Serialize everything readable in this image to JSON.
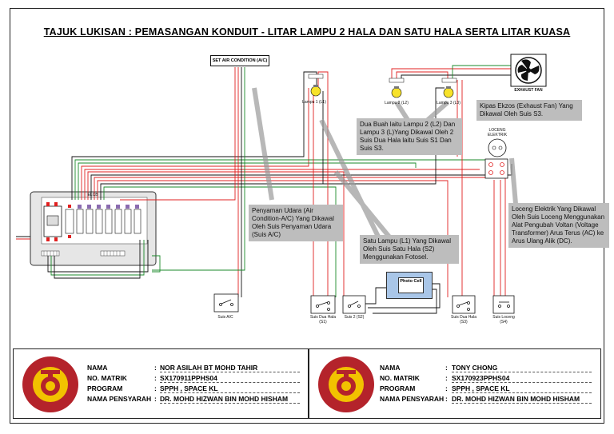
{
  "title": "TAJUK LUKISAN : PEMASANGAN KONDUIT - LITAR LAMPU 2 HALA DAN SATU HALA SERTA LITAR KUASA",
  "labels": {
    "ac_unit": "SET AIR CONDITION (A/C)",
    "exhaust_fan": "EXHAUST FAN",
    "lampu1": "Lampu 1 (L1)",
    "lampu2": "Lampu 2 (L2)",
    "lampu3": "Lampu 3 (L3)",
    "loceng": "LOCENG ELEKTRIK",
    "suis_ac": "Suis A/C",
    "suis_s1": "Suis Dua Hala (S1)",
    "suis_s2": "Suis 2 (S2)",
    "suis_s3": "Suis Dua Hala (S3)",
    "suis_loceng": "Suis Loceng (S4)",
    "photo_cell": "Photo Cell",
    "db_text": "ELCB"
  },
  "notes": {
    "exhaust": "Kipas Ekzos (Exhaust Fan) Yang Dikawal Oleh Suis S3.",
    "lampu23": "Dua Buah laitu Lampu 2 (L2) Dan Lampu 3 (L)Yang Dikawal Oleh 2 Suis Dua Hala laitu Suis S1 Dan Suis S3.",
    "aircond": "Penyaman Udara (Air Condition-A/C) Yang Dikawal Oleh Suis Penyaman Udara (Suis A/C)",
    "lampu1": "Satu Lampu (L1) Yang Dikawal Oleh Suis Satu Hala (S2) Menggunakan Fotosel.",
    "loceng": "Loceng Elektrik Yang Dikawal Oleh Suis Loceng Menggunakan Alat Pengubah Voltan (Voltage Transformer) Arus Terus (AC) ke Arus Ulang Alik (DC)."
  },
  "info_left": {
    "nama_label": "NAMA",
    "nama": "NOR ASILAH BT MOHD TAHIR",
    "matrik_label": "NO. MATRIK",
    "matrik": "SX170911PPHS04",
    "program_label": "PROGRAM",
    "program": "SPPH , SPACE KL",
    "pensyarah_label": "NAMA PENSYARAH",
    "pensyarah": "DR. MOHD HIZWAN BIN MOHD HISHAM"
  },
  "info_right": {
    "nama_label": "NAMA",
    "nama": "TONY CHONG",
    "matrik_label": "NO. MATRIK",
    "matrik": "SX170923PPHS04",
    "program_label": "PROGRAM",
    "program": "SPPH , SPACE KL",
    "pensyarah_label": "NAMA PENSYARAH",
    "pensyarah": "DR. MOHD HIZWAN BIN MOHD HISHAM"
  },
  "colors": {
    "wire_red": "#e02020",
    "wire_black": "#111111",
    "wire_green": "#1a8a2a",
    "note_bg": "#bdbdbd",
    "logo_red": "#b4232b",
    "logo_yellow": "#f2c200"
  }
}
